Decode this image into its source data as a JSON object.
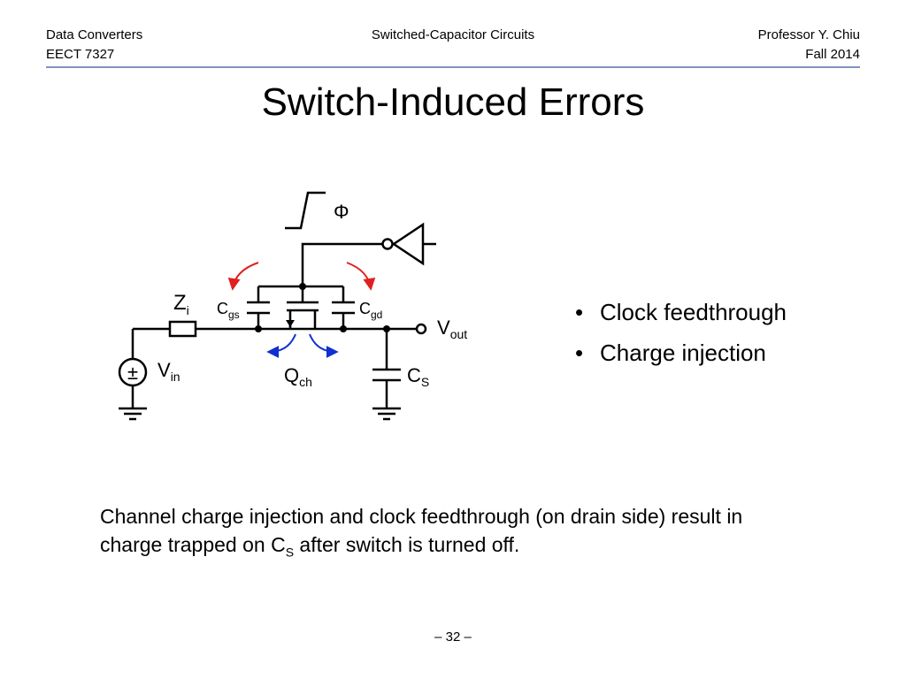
{
  "header": {
    "course": "Data Converters",
    "course_code": "EECT 7327",
    "topic": "Switched-Capacitor Circuits",
    "instructor": "Professor Y. Chiu",
    "term": "Fall 2014"
  },
  "title": "Switch-Induced Errors",
  "circuit": {
    "phi": "Φ",
    "zi": {
      "main": "Z",
      "sub": "i"
    },
    "cgs": {
      "main": "C",
      "sub": "gs"
    },
    "cgd": {
      "main": "C",
      "sub": "gd"
    },
    "vout": {
      "main": "V",
      "sub": "out"
    },
    "vin": {
      "main": "V",
      "sub": "in"
    },
    "qch": {
      "main": "Q",
      "sub": "ch"
    },
    "cs": {
      "main": "C",
      "sub": "S"
    },
    "source_symbol": "±",
    "colors": {
      "gate_coupling_arrows": "#e02020",
      "charge_arrows": "#1030d0"
    }
  },
  "bullets": [
    "Clock feedthrough",
    "Charge injection"
  ],
  "caption": {
    "line1": "Channel charge injection and clock feedthrough (on drain side) result in",
    "line2_pre": "charge trapped on C",
    "line2_sub": "S",
    "line2_post": " after switch is turned off."
  },
  "page_number": "– 32 –"
}
